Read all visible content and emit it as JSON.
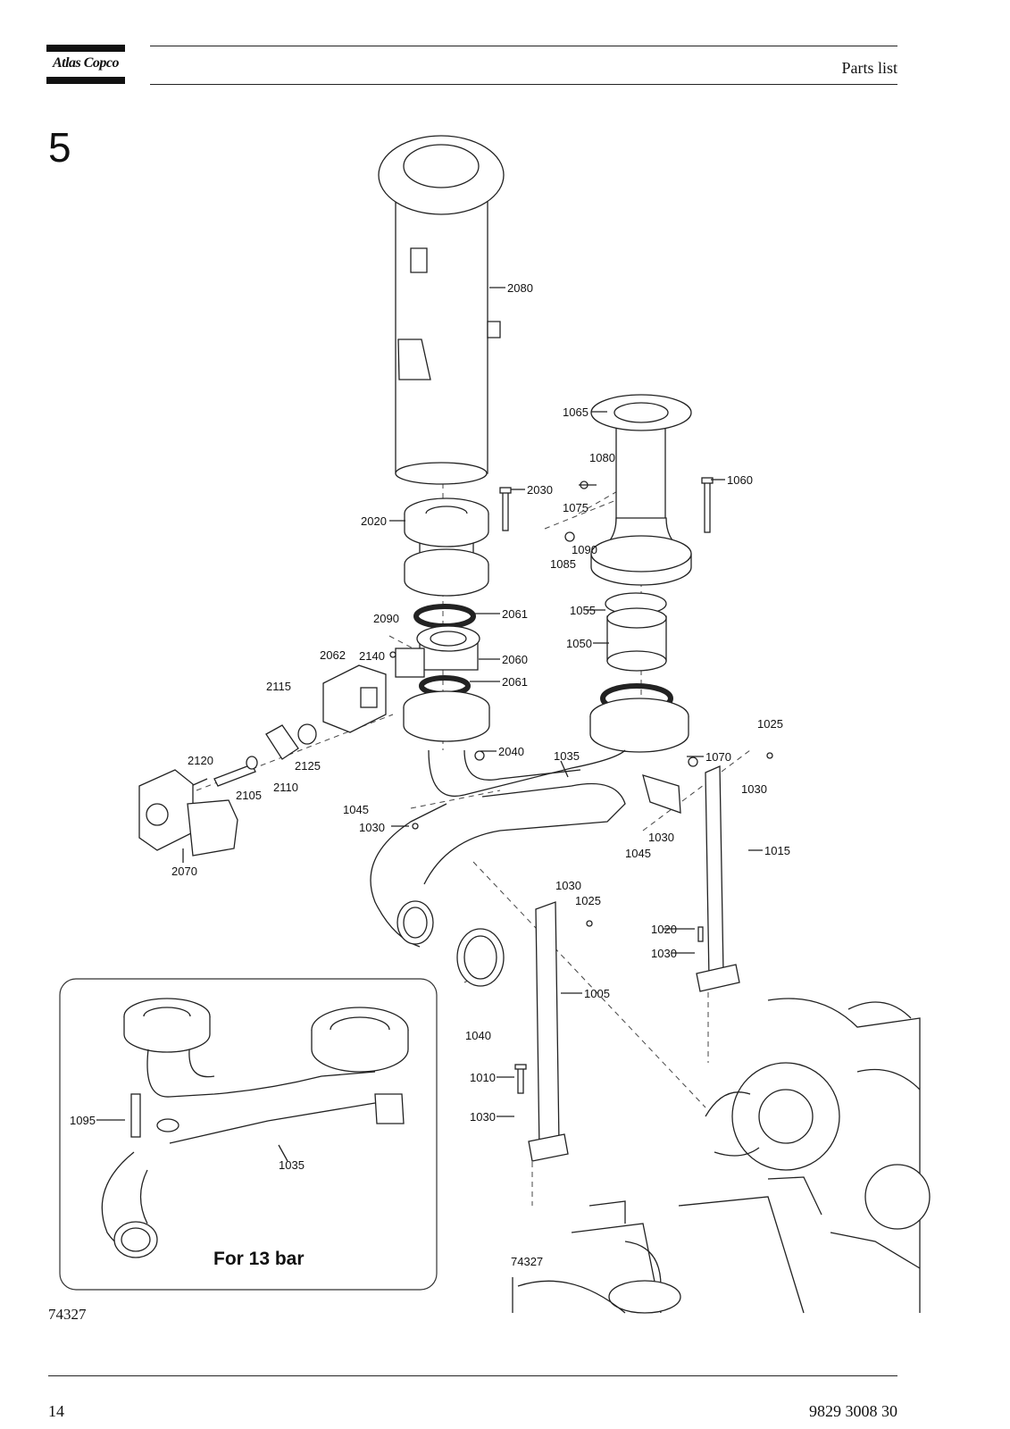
{
  "header": {
    "brand": "Atlas Copco",
    "title": "Parts list"
  },
  "section_number": "5",
  "figure_id": "74327",
  "footer": {
    "page_number": "14",
    "document_number": "9829 3008 30"
  },
  "callouts": {
    "c2080": "2080",
    "c1065": "1065",
    "c1080": "1080",
    "c1060": "1060",
    "c2030": "2030",
    "c1075": "1075",
    "c2020": "2020",
    "c1090": "1090",
    "c1085": "1085",
    "c2061a": "2061",
    "c1055": "1055",
    "c2090": "2090",
    "c1050": "1050",
    "c2062": "2062",
    "c2140": "2140",
    "c2060": "2060",
    "c2061b": "2061",
    "c2115": "2115",
    "c1025a": "1025",
    "c2040": "2040",
    "c1035a": "1035",
    "c1070": "1070",
    "c2125": "2125",
    "c2120": "2120",
    "c1030a": "1030",
    "c2110": "2110",
    "c2105": "2105",
    "c1045a": "1045",
    "c1030b": "1030",
    "c1030c": "1030",
    "c1015": "1015",
    "c1045b": "1045",
    "c2070": "2070",
    "c1030d": "1030",
    "c1025b": "1025",
    "c1020": "1020",
    "c1030e": "1030",
    "c1005": "1005",
    "c1040": "1040",
    "c1010": "1010",
    "c1030f": "1030",
    "c1095": "1095",
    "c1035b": "1035",
    "c74327": "74327"
  },
  "inset": {
    "title": "For 13 bar"
  }
}
